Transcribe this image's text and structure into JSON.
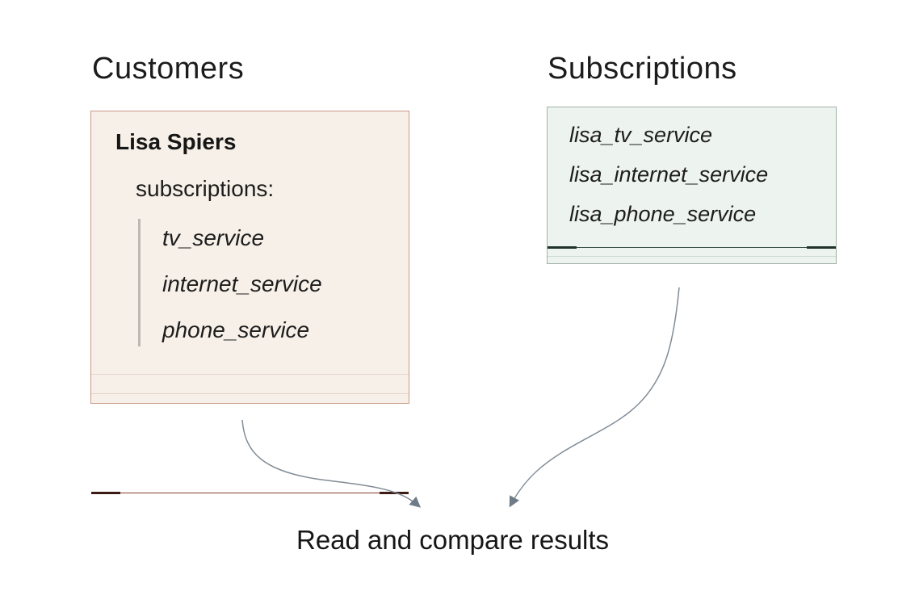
{
  "customers": {
    "title": "Customers",
    "record_name": "Lisa Spiers",
    "field_label": "subscriptions:",
    "items": [
      "tv_service",
      "internet_service",
      "phone_service"
    ]
  },
  "subscriptions": {
    "title": "Subscriptions",
    "items": [
      "lisa_tv_service",
      "lisa_internet_service",
      "lisa_phone_service"
    ]
  },
  "result_label": "Read and compare results",
  "colors": {
    "customers_fill": "#f7f0e8",
    "customers_border": "#c89a85",
    "customers_accent": "#86402f",
    "customers_accent_cap": "#3c1b14",
    "subscriptions_fill": "#edf3ef",
    "subscriptions_border": "#a2b2a9",
    "subscriptions_accent": "#3e544a",
    "subscriptions_accent_cap": "#1f332a",
    "arrow": "#828c96",
    "text": "#1c1c1c"
  }
}
